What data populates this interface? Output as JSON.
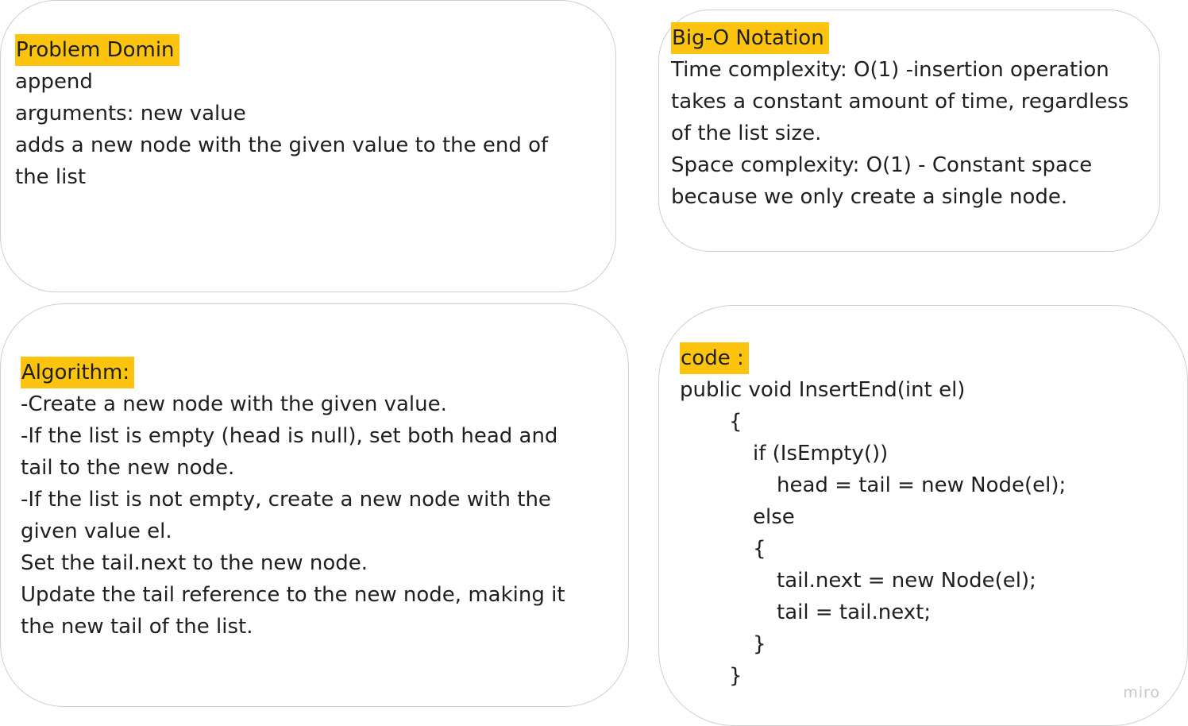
{
  "problem": {
    "title": "Problem Domin",
    "lines": [
      "append",
      "arguments: new value",
      "adds a new node with the given value to the end of",
      "the list"
    ]
  },
  "bigo": {
    "title": "Big-O Notation",
    "lines": [
      "Time complexity: O(1) -insertion operation",
      "takes a constant amount of time, regardless",
      "of the list size.",
      "Space complexity: O(1) - Constant space",
      "because we only create a single node."
    ]
  },
  "algorithm": {
    "title": "Algorithm:",
    "lines": [
      "-Create a new node with the given value.",
      "-If the list is empty (head is null), set both head and",
      "tail to the new node.",
      "-If the list is not empty, create a new node with the",
      "given value el.",
      "Set the tail.next to the new node.",
      "Update the tail reference to the new node, making it",
      "the new tail of the list."
    ]
  },
  "code": {
    "title": "code :",
    "lines": [
      "public void InsertEnd(int el)",
      "{",
      "if (IsEmpty())",
      "head = tail = new Node(el);",
      "else",
      "{",
      "tail.next = new Node(el);",
      "tail = tail.next;",
      "}",
      "}"
    ]
  },
  "watermark": "miro",
  "colors": {
    "highlight": "#fcc40f",
    "border": "#cfcfcf"
  }
}
